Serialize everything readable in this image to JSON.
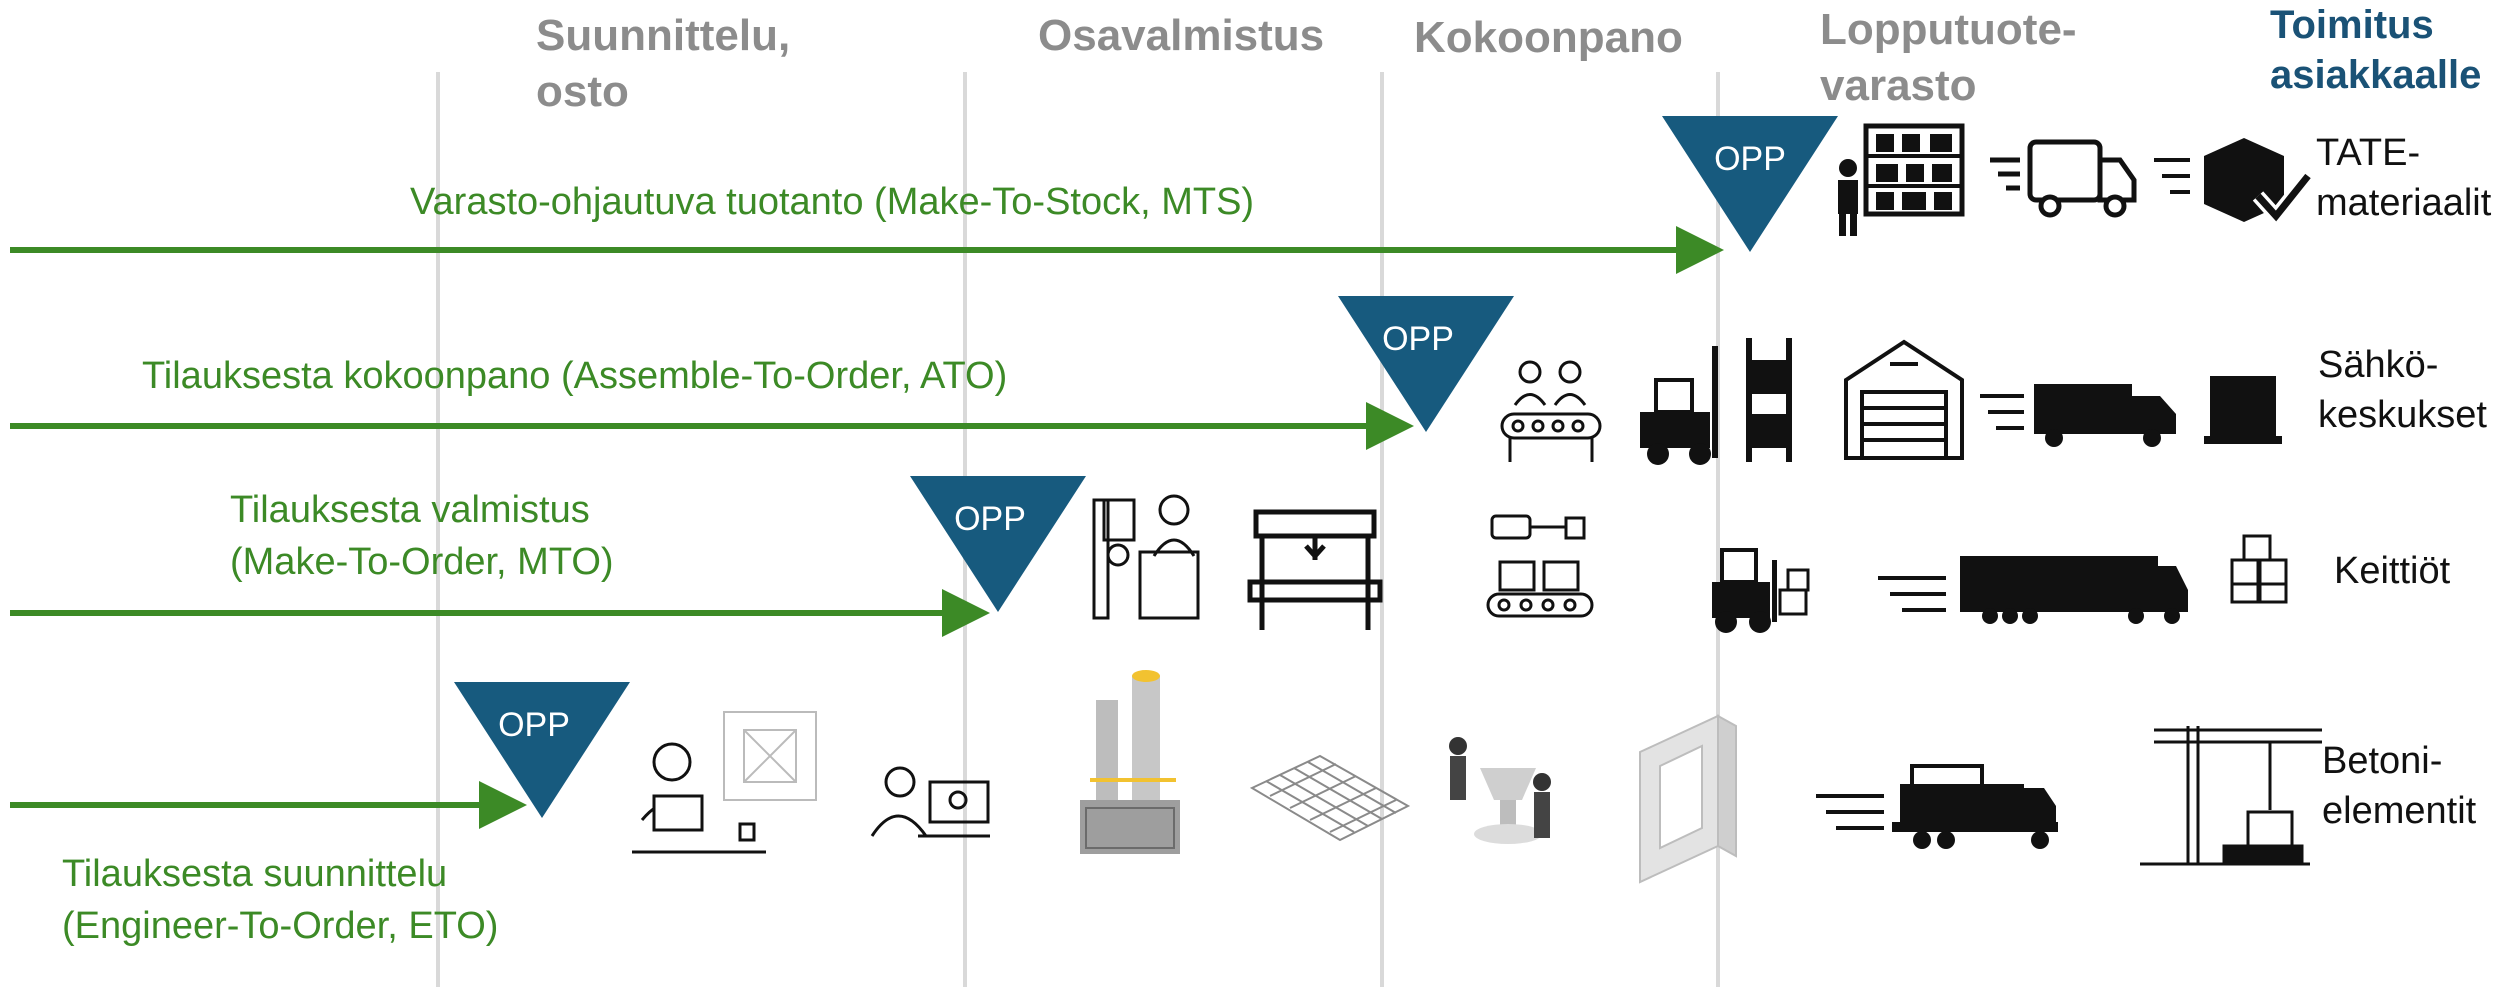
{
  "phases": {
    "p1": "Suunnittelu,",
    "p1b": "osto",
    "p2": "Osavalmistus",
    "p3": "Kokoonpano",
    "p4": "Lopputuote-",
    "p4b": "varasto",
    "p5": "Toimitus",
    "p5b": "asiakkaalle"
  },
  "flows": {
    "mts": "Varasto-ohjautuva tuotanto  (Make-To-Stock, MTS)",
    "ato": "Tilauksesta kokoonpano  (Assemble-To-Order, ATO)",
    "mto_1": "Tilauksesta valmistus",
    "mto_2": "(Make-To-Order, MTO)",
    "eto_1": "Tilauksesta suunnittelu",
    "eto_2": "(Engineer-To-Order, ETO)"
  },
  "opp_label": "OPP",
  "products": {
    "tate_1": "TATE-",
    "tate_2": "materiaalit",
    "sahko_1": "Sähkö-",
    "sahko_2": "keskukset",
    "keittiot": "Keittiöt",
    "betoni_1": "Betoni-",
    "betoni_2": "elementit"
  },
  "colors": {
    "arrow": "#3c8a26",
    "opp_triangle": "#175a7e",
    "phase_text": "#8c8c8c",
    "phase_last": "#1a5276",
    "divider": "#d9d9d9"
  },
  "icons": {
    "mts": [
      "warehouse-worker-icon",
      "delivery-van-icon",
      "package-check-icon"
    ],
    "ato": [
      "assembly-workers-icon",
      "forklift-rack-icon",
      "warehouse-building-icon",
      "truck-icon",
      "pallet-box-icon"
    ],
    "mto": [
      "machinist-icon",
      "press-machine-icon",
      "robot-conveyor-icon",
      "forklift-icon",
      "semi-truck-icon",
      "boxes-icon"
    ],
    "eto": [
      "designer-laptop-icon",
      "engineer-computer-icon",
      "concrete-plant-icon",
      "rebar-mesh-icon",
      "concrete-pour-icon",
      "concrete-frame-icon",
      "element-truck-icon",
      "tower-crane-icon"
    ]
  }
}
